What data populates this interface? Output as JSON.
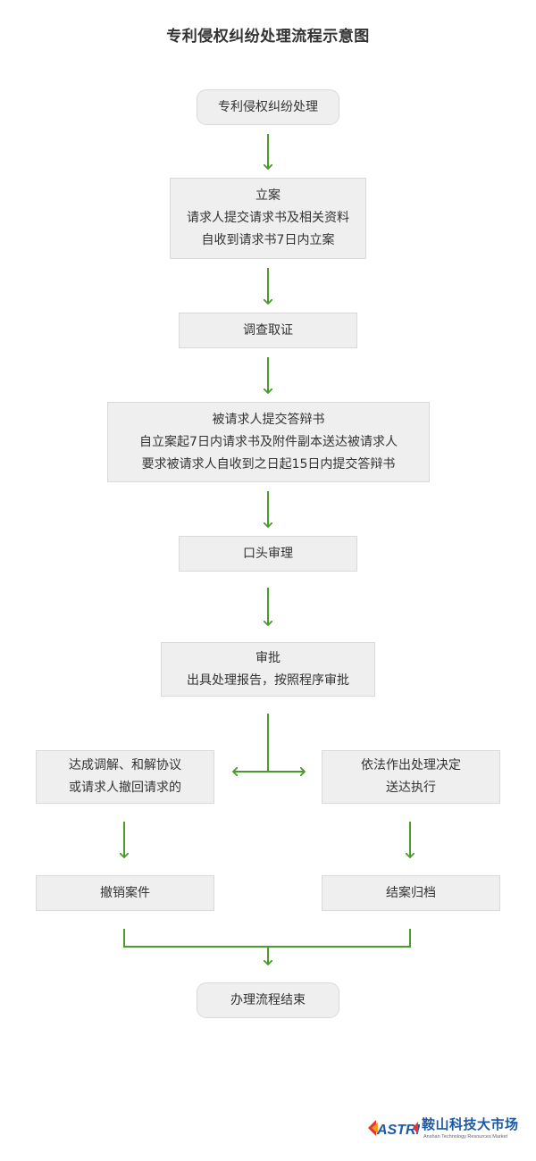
{
  "title": "专利侵权纠纷处理流程示意图",
  "nodes": {
    "start": {
      "lines": [
        "专利侵权纠纷处理"
      ]
    },
    "filing": {
      "lines": [
        "立案",
        "请求人提交请求书及相关资料",
        "自收到请求书7日内立案"
      ]
    },
    "investigation": {
      "lines": [
        "调查取证"
      ]
    },
    "defense": {
      "lines": [
        "被请求人提交答辩书",
        "自立案起7日内请求书及附件副本送达被请求人",
        "要求被请求人自收到之日起15日内提交答辩书"
      ]
    },
    "oral_hearing": {
      "lines": [
        "口头审理"
      ]
    },
    "approval": {
      "lines": [
        "审批",
        "出具处理报告，按照程序审批"
      ]
    },
    "mediation": {
      "lines": [
        "达成调解、和解协议",
        "或请求人撤回请求的"
      ]
    },
    "decision": {
      "lines": [
        "依法作出处理决定",
        "送达执行"
      ]
    },
    "withdraw": {
      "lines": [
        "撤销案件"
      ]
    },
    "archive": {
      "lines": [
        "结案归档"
      ]
    },
    "end": {
      "lines": [
        "办理流程结束"
      ]
    }
  },
  "colors": {
    "arrow": "#4a9a2c",
    "node_fill": "#efefef",
    "node_border": "#d9d9d9",
    "text": "#333333"
  },
  "logo": {
    "mark": "ASTRM",
    "name": "鞍山科技大市场",
    "subtitle": "Anshan Technology Resources Market"
  }
}
